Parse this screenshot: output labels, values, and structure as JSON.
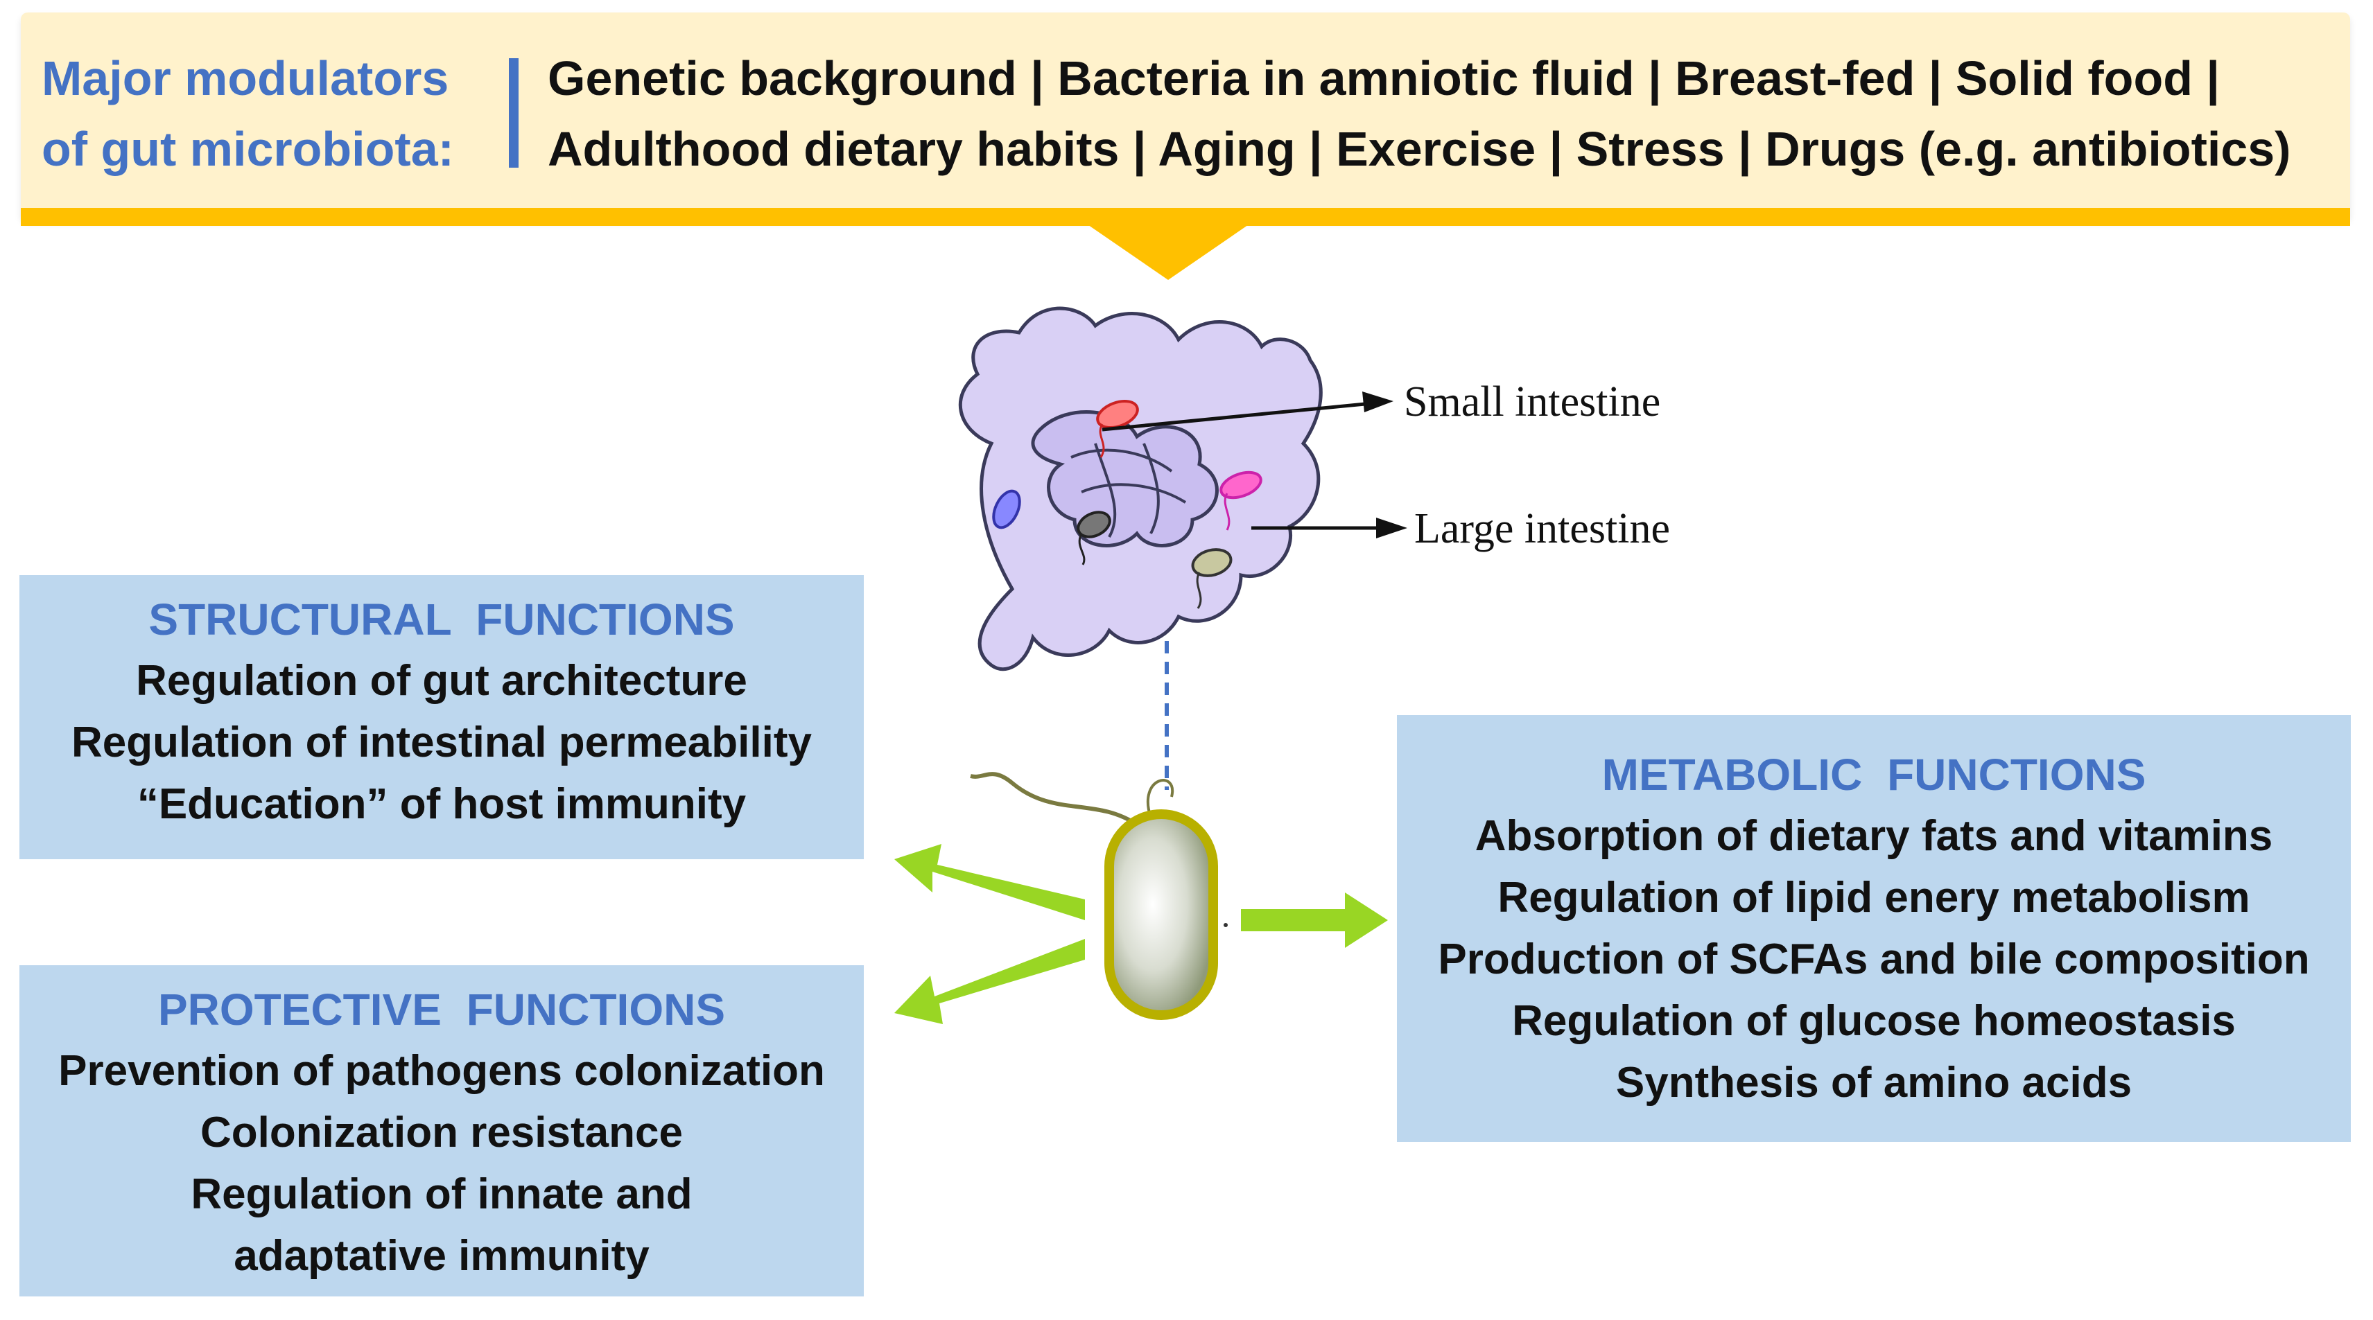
{
  "modulators": {
    "title_line1": "Major modulators",
    "title_line2": "of gut microbiota:",
    "line1": "Genetic background |  Bacteria in amniotic fluid | Breast-fed  | Solid food |",
    "line2": "Adulthood dietary habits  | Aging  |  Exercise  |  Stress  |  Drugs (e.g. antibiotics)"
  },
  "labels": {
    "small_intestine": "Small intestine",
    "large_intestine": "Large intestine"
  },
  "structural": {
    "title": "STRUCTURAL  FUNCTIONS",
    "items": [
      "Regulation of gut architecture",
      "Regulation of intestinal permeability",
      "“Education” of host immunity"
    ]
  },
  "protective": {
    "title": "PROTECTIVE  FUNCTIONS",
    "items": [
      "Prevention of pathogens colonization",
      "Colonization resistance",
      "Regulation of innate and",
      "adaptative immunity"
    ]
  },
  "metabolic": {
    "title": "METABOLIC  FUNCTIONS",
    "items": [
      "Absorption of dietary fats and vitamins",
      "Regulation of lipid enery metabolism",
      "Production of SCFAs and bile composition",
      "Regulation of glucose homeostasis",
      "Synthesis of amino acids"
    ]
  },
  "colors": {
    "banner_bg": "#fff2cc",
    "banner_accent": "#ffc000",
    "title_blue": "#4472c4",
    "box_blue": "#bdd7ee",
    "arrow_green": "#99d624"
  },
  "icons": [
    "intestine-icon",
    "bacterium-icon",
    "down-arrow-icon",
    "green-arrow-icon"
  ]
}
